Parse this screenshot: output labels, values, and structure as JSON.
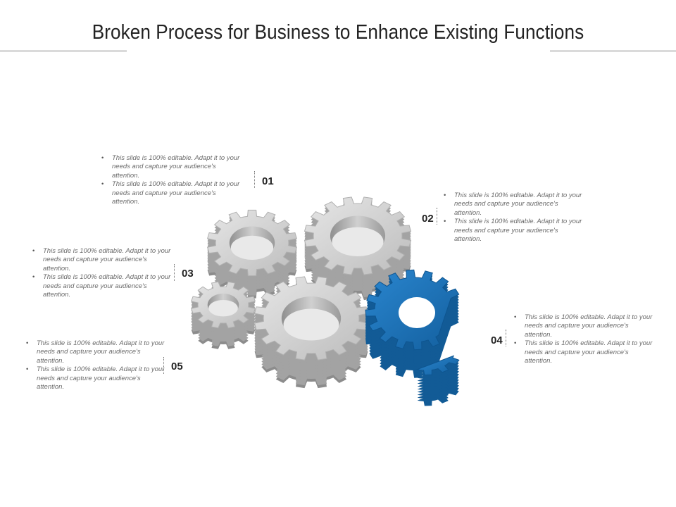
{
  "title": "Broken Process for Business to Enhance Existing Functions",
  "items": [
    {
      "number": "01",
      "bullets": [
        "This slide is 100% editable. Adapt it to your needs and capture your audience's attention.",
        "This slide is 100% editable. Adapt it to your needs and capture your audience's attention."
      ]
    },
    {
      "number": "02",
      "bullets": [
        "This slide is 100% editable. Adapt it to your needs and capture your audience's attention.",
        "This slide is 100% editable. Adapt it to your needs and capture your audience's attention."
      ]
    },
    {
      "number": "03",
      "bullets": [
        "This slide is 100% editable. Adapt it to your needs and capture your audience's attention.",
        "This slide is 100% editable. Adapt it to your needs and capture your audience's attention."
      ]
    },
    {
      "number": "04",
      "bullets": [
        "This slide is 100% editable. Adapt it to your needs and capture your audience's attention.",
        "This slide is 100% editable. Adapt it to your needs and capture your audience's attention."
      ]
    },
    {
      "number": "05",
      "bullets": [
        "This slide is 100% editable. Adapt it to your needs and capture your audience's attention.",
        "This slide is 100% editable. Adapt it to your needs and capture your audience's attention."
      ]
    }
  ],
  "colors": {
    "gear_gray": "#c9c9c9",
    "gear_blue": "#1a6fb5",
    "title": "#222222",
    "text": "#6a6a6a"
  }
}
